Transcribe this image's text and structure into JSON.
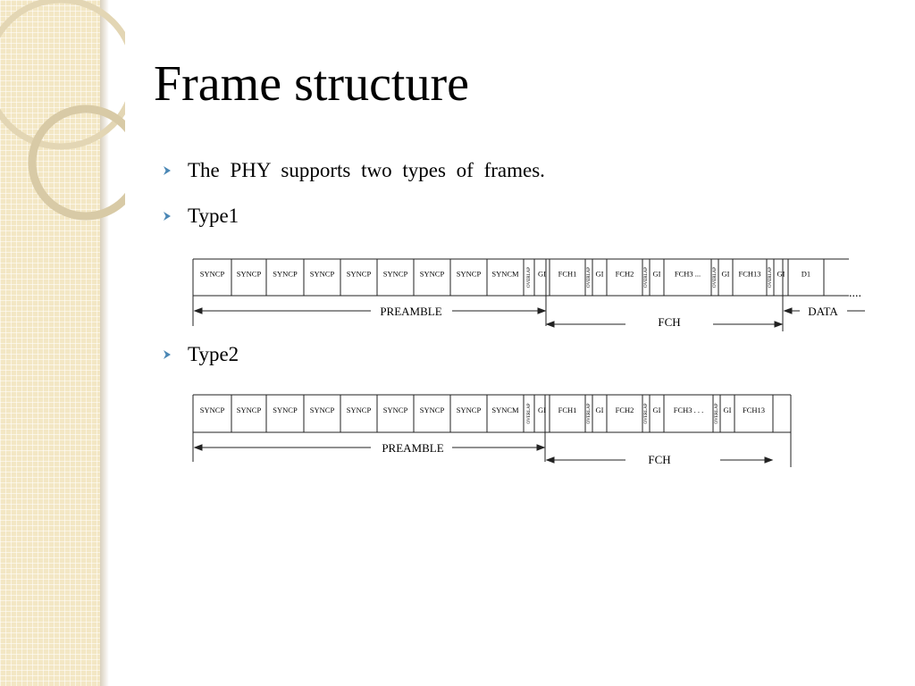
{
  "slide": {
    "title": "Frame structure",
    "bullets": [
      {
        "text": "The PHY supports two types of frames."
      },
      {
        "text": "Type1"
      },
      {
        "text": "Type2"
      }
    ]
  },
  "colors": {
    "band": "#f3e7c4",
    "ring": "#d9cba8",
    "bullet_arrow": "#4a87b5",
    "line": "#222222"
  },
  "diagrams": {
    "type1": {
      "cells": [
        "SYNCP",
        "SYNCP",
        "SYNCP",
        "SYNCP",
        "SYNCP",
        "SYNCP",
        "SYNCP",
        "SYNCP",
        "SYNCM",
        "OVERLAP",
        "GI",
        "FCH1",
        "OVERLAP",
        "GI",
        "FCH2",
        "OVERLAP",
        "GI",
        "FCH3 ...",
        "OVERLAP",
        "GI",
        "FCH13",
        "OVERLAP",
        "GI",
        "D1"
      ],
      "trailing": "....",
      "preamble_label": "PREAMBLE",
      "fch_label": "FCH",
      "data_label": "DATA"
    },
    "type2": {
      "cells": [
        "SYNCP",
        "SYNCP",
        "SYNCP",
        "SYNCP",
        "SYNCP",
        "SYNCP",
        "SYNCP",
        "SYNCP",
        "SYNCM",
        "OVERLAP",
        "GI",
        "FCH1",
        "OVERLAP",
        "GI",
        "FCH2",
        "OVERLAP",
        "GI",
        "FCH3 . . .",
        "OVERLAP",
        "GI",
        "FCH13"
      ],
      "preamble_label": "PREAMBLE",
      "fch_label": "FCH"
    }
  }
}
